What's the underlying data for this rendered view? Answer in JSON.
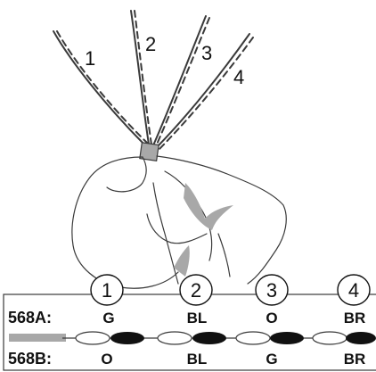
{
  "diagram": {
    "pair_labels": [
      "1",
      "2",
      "3",
      "4"
    ],
    "standards": [
      {
        "name": "568A:",
        "codes": [
          "G",
          "BL",
          "O",
          "BR"
        ]
      },
      {
        "name": "568B:",
        "codes": [
          "O",
          "BL",
          "G",
          "BR"
        ]
      }
    ],
    "pair_numbers": [
      "1",
      "2",
      "3",
      "4"
    ],
    "colors": {
      "line": "#3a3a3a",
      "accent_gray": "#a8a8a8",
      "dark": "#111111"
    }
  }
}
